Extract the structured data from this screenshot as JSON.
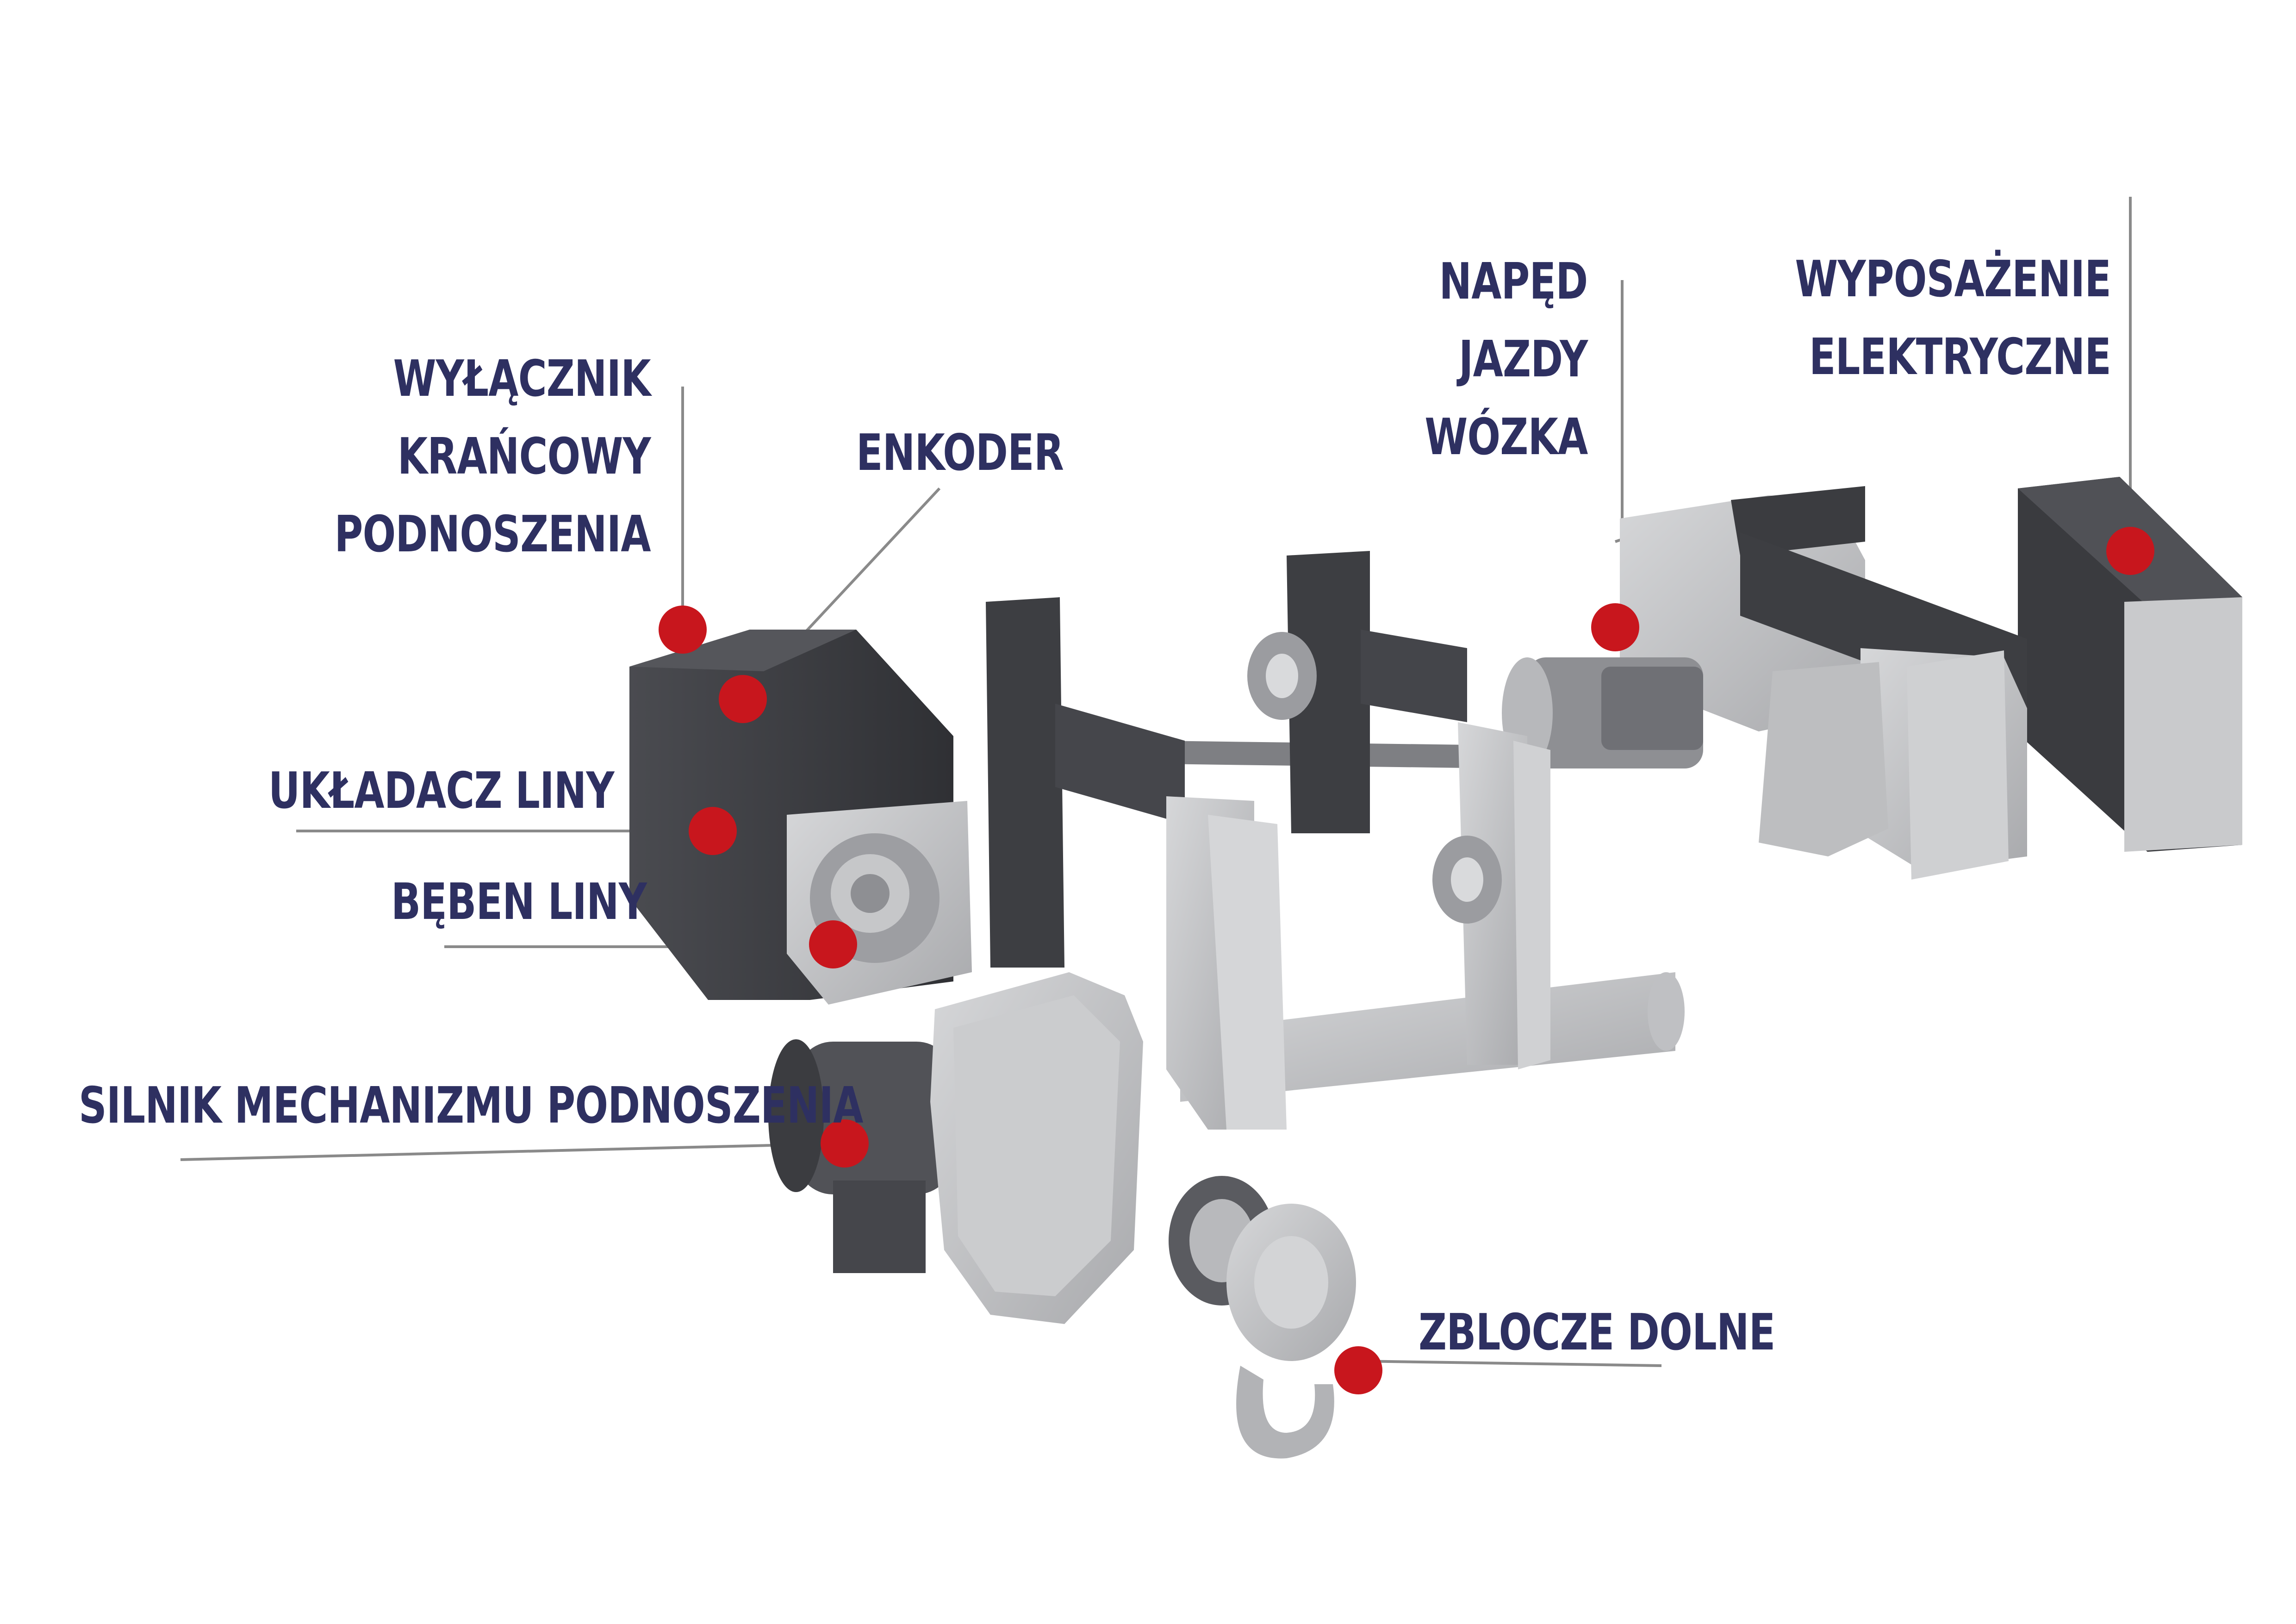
{
  "colors": {
    "label_text": "#2e3061",
    "marker": "#c8161d",
    "leader_line": "#8a8a8a",
    "dark_housing": "#3d3e42",
    "light_metal": "#c3c4c6"
  },
  "labels": {
    "limit_switch": [
      "WYŁĄCZNIK",
      "KRAŃCOWY",
      "PODNOSZENIA"
    ],
    "encoder": "ENKODER",
    "rope_guide": "UKŁADACZ LINY",
    "rope_drum": "BĘBEN LINY",
    "hoist_motor": "SILNIK MECHANIZMU PODNOSZENIA",
    "trolley_drive": [
      "NAPĘD",
      "JAZDY",
      "WÓZKA"
    ],
    "electrical": [
      "WYPOSAŻENIE",
      "ELEKTRYCZNE"
    ],
    "bottom_block": "ZBLOCZE DOLNE"
  }
}
